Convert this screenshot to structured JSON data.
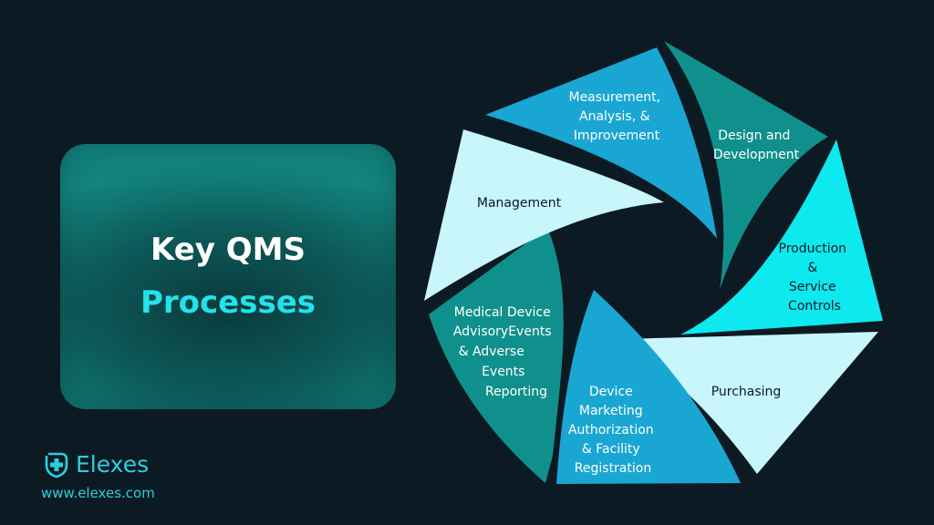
{
  "title": {
    "line1": "Key QMS",
    "line2": "Processes"
  },
  "brand": {
    "name": "Elexes",
    "url": "www.elexes.com",
    "logo_icon": "medical-cross-shield-icon"
  },
  "colors": {
    "background": "#0c1a24",
    "accent": "#22e3ec",
    "dark_teal": "#10908c",
    "blue": "#1aa6d2",
    "light": "#c8f6fb",
    "cyan": "#0ee9f0"
  },
  "processes": [
    {
      "lines": [
        "Measurement,",
        "Analysis, &",
        "Improvement"
      ],
      "color": "#1aa6d2",
      "text_color": "#ffffff"
    },
    {
      "lines": [
        "Design and",
        "Development"
      ],
      "color": "#10908c",
      "text_color": "#ffffff"
    },
    {
      "lines": [
        "Production",
        "&",
        "Service",
        "Controls"
      ],
      "color": "#0ee9f0",
      "text_color": "#0c1a24"
    },
    {
      "lines": [
        "Purchasing"
      ],
      "color": "#c8f6fb",
      "text_color": "#0c1a24"
    },
    {
      "lines": [
        "Device",
        "Marketing",
        "Authorization",
        "& Facility",
        "Registration"
      ],
      "color": "#1aa6d2",
      "text_color": "#ffffff"
    },
    {
      "lines": [
        "Medical Device",
        "AdvisoryEvents",
        "& Adverse",
        "Events",
        "Reporting"
      ],
      "color": "#10908c",
      "text_color": "#ffffff"
    },
    {
      "lines": [
        "Management"
      ],
      "color": "#c8f6fb",
      "text_color": "#0c1a24"
    }
  ]
}
